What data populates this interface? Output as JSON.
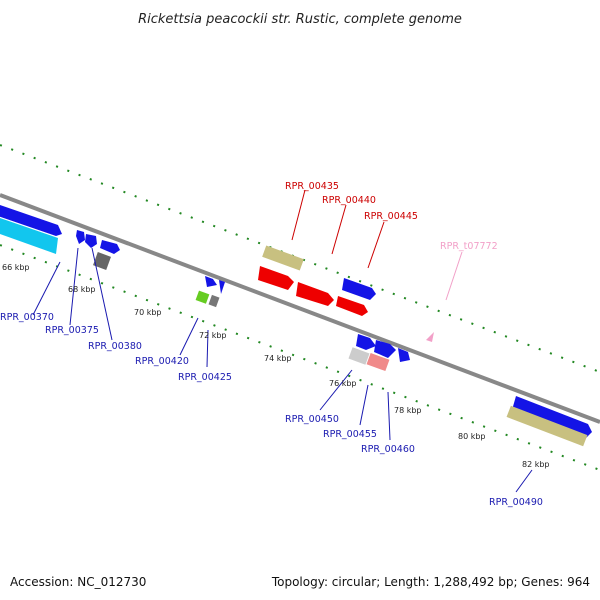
{
  "title": "Rickettsia peacockii str. Rustic, complete genome",
  "footer": {
    "accession": "Accession: NC_012730",
    "summary": "Topology: circular; Length: 1,288,492 bp; Genes: 964"
  },
  "scale_labels": [
    "66 kbp",
    "68 kbp",
    "70 kbp",
    "72 kbp",
    "74 kbp",
    "76 kbp",
    "78 kbp",
    "80 kbp",
    "82 kbp"
  ],
  "genes": [
    {
      "id": "RPR_00370",
      "color": "#1a1ab0"
    },
    {
      "id": "RPR_00375",
      "color": "#1a1ab0"
    },
    {
      "id": "RPR_00380",
      "color": "#1a1ab0"
    },
    {
      "id": "RPR_00420",
      "color": "#1a1ab0"
    },
    {
      "id": "RPR_00425",
      "color": "#1a1ab0"
    },
    {
      "id": "RPR_00435",
      "color": "#cc0000"
    },
    {
      "id": "RPR_00440",
      "color": "#cc0000"
    },
    {
      "id": "RPR_00445",
      "color": "#cc0000"
    },
    {
      "id": "RPR_t07772",
      "color": "#f2a0c8"
    },
    {
      "id": "RPR_00450",
      "color": "#1a1ab0"
    },
    {
      "id": "RPR_00455",
      "color": "#1a1ab0"
    },
    {
      "id": "RPR_00460",
      "color": "#1a1ab0"
    },
    {
      "id": "RPR_00490",
      "color": "#1a1ab0"
    }
  ],
  "colors": {
    "blue_gene": "#1414e6",
    "cyan_gene": "#12c6ee",
    "red_gene": "#ee0000",
    "olive_gene": "#c8c080",
    "grey_gene": "#777777",
    "light_grey_gene": "#cccccc",
    "pink_gene": "#f08a8a",
    "green_gene": "#66cc22",
    "backbone": "#888888",
    "ticks": "#228822",
    "trna": "#f2a0c8"
  }
}
